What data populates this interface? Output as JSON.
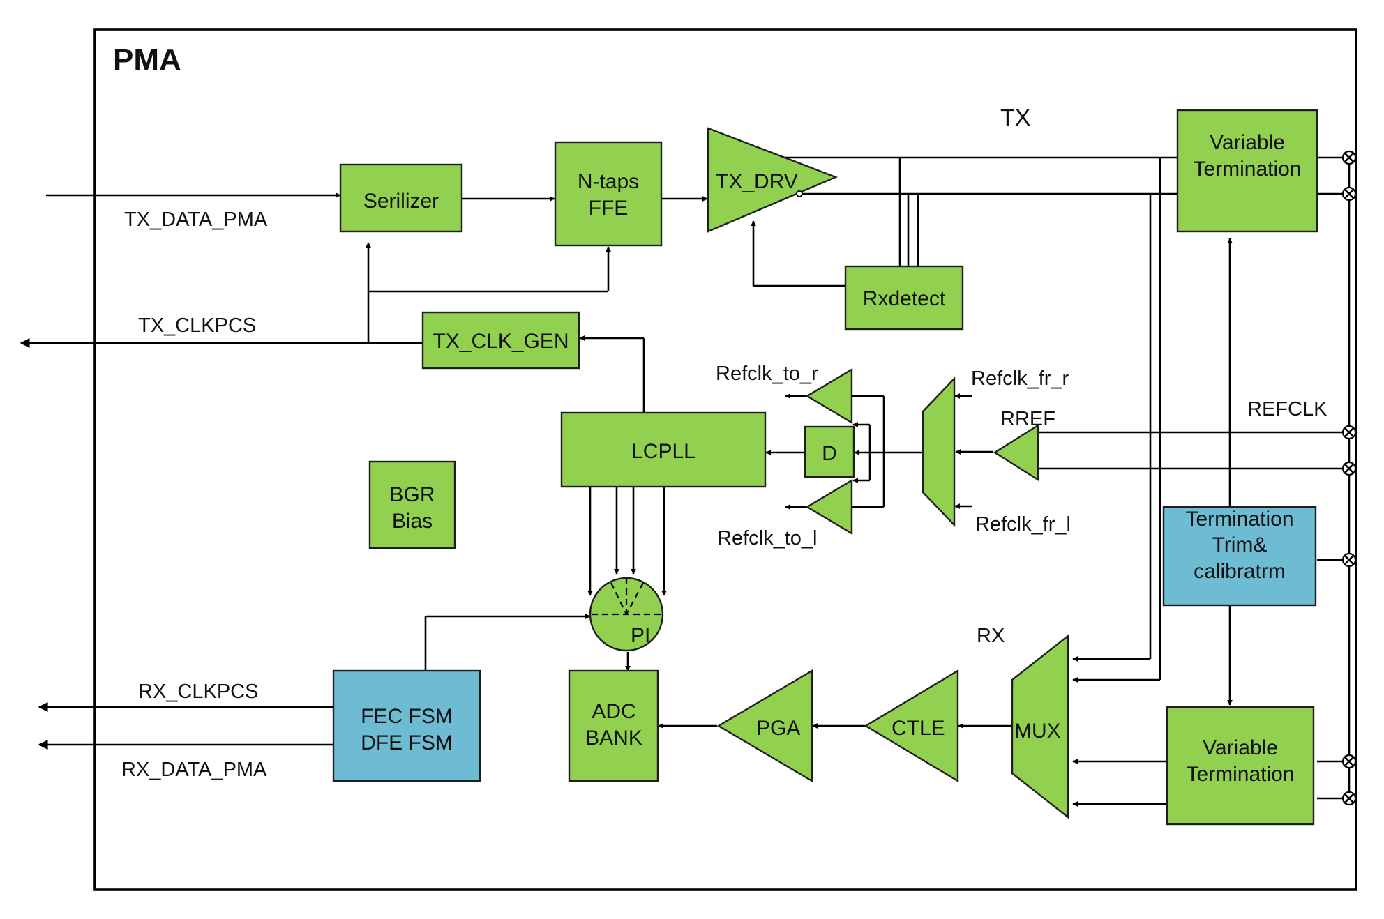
{
  "title": "PMA",
  "blocks": {
    "serializer": [
      "Serilizer"
    ],
    "ffe": [
      "N-taps",
      "FFE"
    ],
    "tx_drv": [
      "TX_DRV"
    ],
    "var_term_tx": [
      "Variable",
      "Termination"
    ],
    "rxdetect": [
      "Rxdetect"
    ],
    "tx_clk_gen": [
      "TX_CLK_GEN"
    ],
    "lcpll": [
      "LCPLL"
    ],
    "d": [
      "D"
    ],
    "bgr": [
      "BGR",
      "Bias"
    ],
    "term_trim": [
      "Termination",
      "Trim&",
      "calibratrm"
    ],
    "pi": [
      "PI"
    ],
    "adc": [
      "ADC",
      "BANK"
    ],
    "pga": [
      "PGA"
    ],
    "ctle": [
      "CTLE"
    ],
    "mux": [
      "MUX"
    ],
    "fec": [
      "FEC FSM",
      "DFE FSM"
    ],
    "var_term_rx": [
      "Variable",
      "Termination"
    ]
  },
  "labels": {
    "tx": "TX",
    "rx": "RX",
    "tx_data_pma": "TX_DATA_PMA",
    "tx_clkpcs": "TX_CLKPCS",
    "rx_clkpcs": "RX_CLKPCS",
    "rx_data_pma": "RX_DATA_PMA",
    "refclk_to_r": "Refclk_to_r",
    "refclk_to_l": "Refclk_to_l",
    "refclk_fr_r": "Refclk_fr_r",
    "refclk_fr_l": "Refclk_fr_l",
    "rref": "RREF",
    "refclk": "REFCLK"
  },
  "colors": {
    "block_fill": "#92D050",
    "control_fill": "#6DBCD4",
    "line": "#000000"
  }
}
